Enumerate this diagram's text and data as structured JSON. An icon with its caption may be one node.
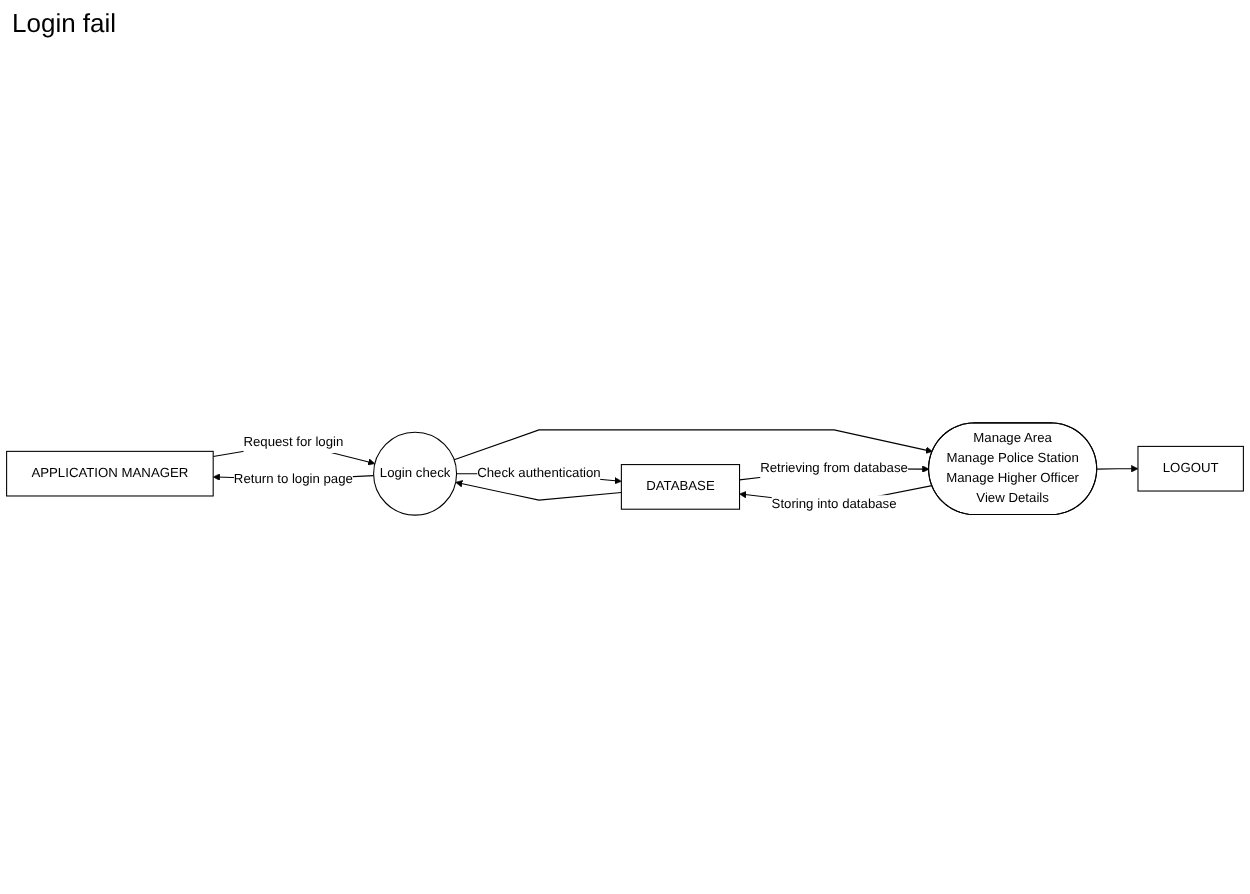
{
  "diagram": {
    "nodes": [
      {
        "text": [
          "APPLICATION MANAGER"
        ]
      },
      {
        "text": [
          "Login check"
        ]
      },
      {
        "text": [
          "DATABASE"
        ]
      },
      {
        "text": [
          "Manage Area",
          "Manage Police Station",
          "Manage Higher Officer",
          "View Details"
        ]
      },
      {
        "text": [
          "LOGOUT"
        ]
      }
    ],
    "edges": [
      {
        "from": 0,
        "to": 1,
        "arrow": "to",
        "label": "Request for login"
      },
      {
        "from": 1,
        "to": 0,
        "arrow": "to",
        "label": "Return to login page"
      },
      {
        "from": 1,
        "to": 2,
        "arrow": "to",
        "label": "Check authentication"
      },
      {
        "from": 2,
        "to": 1,
        "arrow": "to"
      },
      {
        "from": 1,
        "to": 3,
        "arrow": "to"
      },
      {
        "from": 3,
        "to": 2,
        "arrow": "to",
        "label": "Storing into database"
      },
      {
        "from": 2,
        "to": 3,
        "arrow": "to",
        "label": "Retrieving from database"
      },
      {
        "from": 3,
        "to": 4,
        "arrow": "to"
      }
    ],
    "labels": [
      "Login fail"
    ]
  }
}
